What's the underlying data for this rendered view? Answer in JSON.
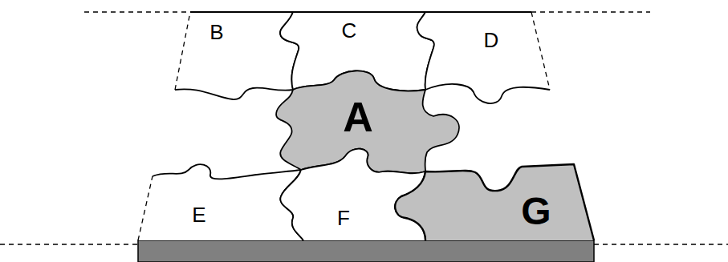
{
  "diagram": {
    "nodes": [
      {
        "text": [
          "B"
        ]
      },
      {
        "text": [
          "C"
        ]
      },
      {
        "text": [
          "D"
        ]
      },
      {
        "text": [
          "A"
        ]
      },
      {
        "text": [
          "E"
        ]
      },
      {
        "text": [
          "F"
        ]
      },
      {
        "text": [
          "G"
        ]
      }
    ]
  }
}
